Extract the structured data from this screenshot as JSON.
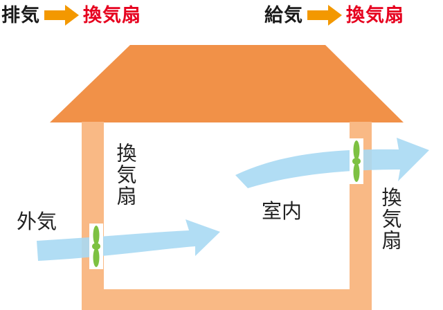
{
  "legend": {
    "left": {
      "source": "排気",
      "target": "換気扇"
    },
    "right": {
      "source": "給気",
      "target": "換気扇"
    }
  },
  "labels": {
    "outside": "外気",
    "indoor": "室内",
    "fan_left": "換気扇",
    "fan_right": "換気扇"
  },
  "colors": {
    "roof": "#f19148",
    "wall": "#f9b985",
    "airflow": "#a9d9f3",
    "fan": "#7dc142",
    "arrow": "#f39800",
    "accent_red": "#e6001e"
  },
  "icons": [
    "arrow-right-icon",
    "fan-icon"
  ]
}
